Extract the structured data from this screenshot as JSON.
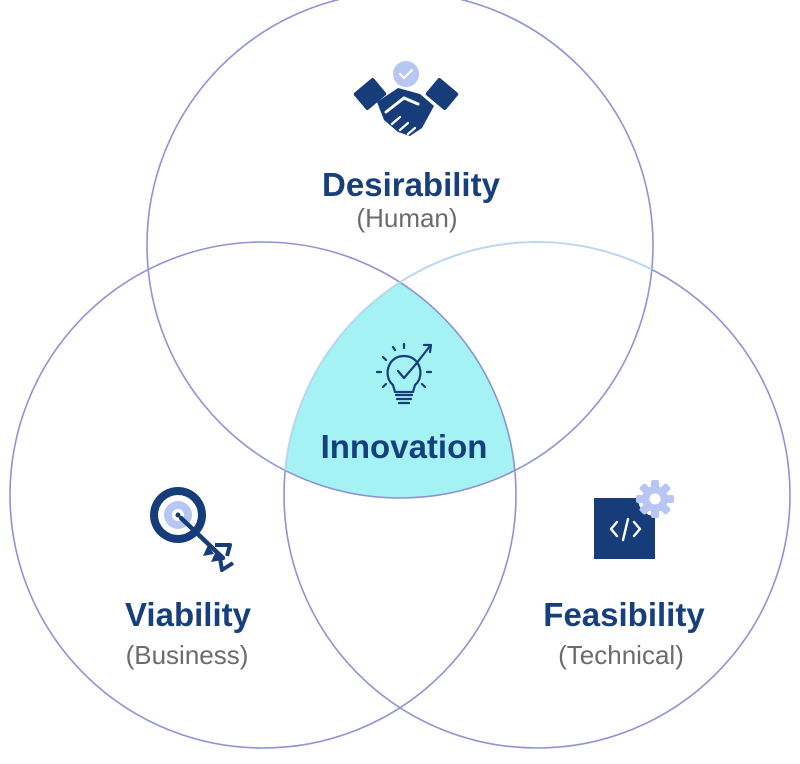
{
  "circles": [
    {
      "id": "desirability",
      "title": "Desirability",
      "subtitle": "(Human)",
      "icon": "handshake-icon"
    },
    {
      "id": "viability",
      "title": "Viability",
      "subtitle": "(Business)",
      "icon": "target-arrow-icon"
    },
    {
      "id": "feasibility",
      "title": "Feasibility",
      "subtitle": "(Technical)",
      "icon": "code-gear-icon"
    }
  ],
  "center": {
    "title": "Innovation",
    "icon": "lightbulb-arrow-icon"
  },
  "colors": {
    "title": "#173f7c",
    "subtitle": "#6b6b6b",
    "intersection_fill": "#a4f2f4",
    "circle_stroke_strong": "#8d93d3",
    "circle_stroke_light": "#b9d8f0",
    "icon_dark": "#163d7a",
    "icon_light": "#b7c6f2"
  }
}
